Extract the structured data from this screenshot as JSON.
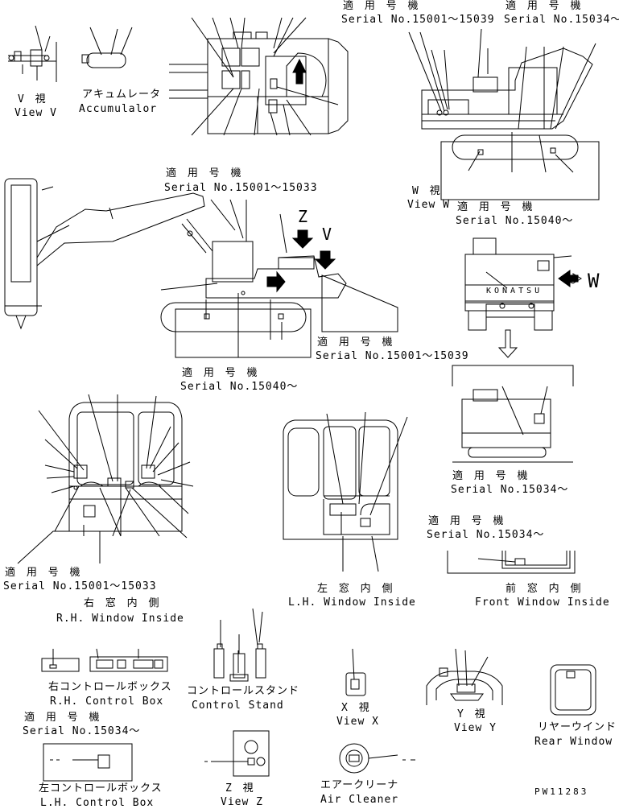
{
  "labels": {
    "view_v_jp": "V 視",
    "view_v_en": "View V",
    "accumulator_jp": "アキュムレータ",
    "accumulator_en": "Accumulalor",
    "applicable_jp": "適 用 号 機",
    "serial_15001_15039": "Serial No.15001～15039",
    "serial_15034_up": "Serial No.15034～",
    "serial_15001_15033": "Serial No.15001～15033",
    "serial_15040_up": "Serial No.15040～",
    "view_w_jp": "W 視",
    "view_w_en": "View W",
    "letter_z": "Z",
    "letter_v": "V",
    "letter_w": "W",
    "konatsu": "KONATSU",
    "rh_window_jp": "右 窓 内 側",
    "rh_window_en": "R.H. Window Inside",
    "lh_window_jp": "左 窓 内 側",
    "lh_window_en": "L.H. Window Inside",
    "front_window_jp": "前 窓 内 側",
    "front_window_en": "Front Window Inside",
    "rh_control_box_jp": "右コントロールボックス",
    "rh_control_box_en": "R.H. Control Box",
    "control_stand_jp": "コントロールスタンド",
    "control_stand_en": "Control Stand",
    "view_x_jp": "X 視",
    "view_x_en": "View X",
    "view_y_jp": "Y 視",
    "view_y_en": "View Y",
    "rear_window_jp": "リヤーウインド",
    "rear_window_en": "Rear Window",
    "lh_control_box_jp": "左コントロールボックス",
    "lh_control_box_en": "L.H. Control Box",
    "view_z_jp": "Z 視",
    "view_z_en": "View Z",
    "air_cleaner_jp": "エアークリーナ",
    "air_cleaner_en": "Air Cleaner",
    "drawing_no": "PW11283"
  }
}
